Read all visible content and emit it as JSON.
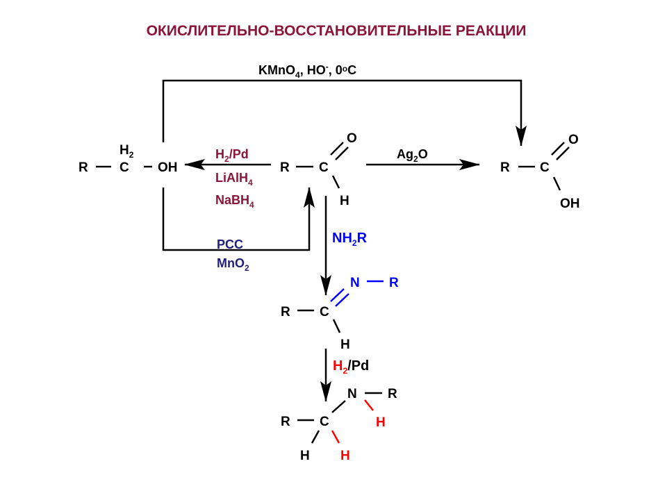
{
  "title": "ОКИСЛИТЕЛЬНО-ВОССТАНОВИТЕЛЬНЫЕ РЕАКЦИИ",
  "colors": {
    "title": "#8b1538",
    "reduction_reagents": "#8b1538",
    "oxidation_reagents": "#1f1f7a",
    "amine_reagent": "#0000ff",
    "hydrogen_added": "#ff0000",
    "black": "#000000"
  },
  "reagents": {
    "kmno4": {
      "main": "KMnO",
      "sub1": "4",
      "mid": ", HO",
      "sup": "-",
      "tail": ", 0",
      "deg": "o",
      "end": "C"
    },
    "h2pd": {
      "a": "H",
      "sub": "2",
      "b": "/Pd"
    },
    "lialh4": {
      "a": "LiAlH",
      "sub": "4"
    },
    "nabh4": {
      "a": "NaBH",
      "sub": "4"
    },
    "ag2o": {
      "a": "Ag",
      "sub": "2",
      "b": "O"
    },
    "pcc": "PCC",
    "mno2": {
      "a": "MnO",
      "sub": "2"
    },
    "nh2r": {
      "a": "NH",
      "sub": "2",
      "b": "R"
    },
    "h2pd_red": {
      "a": "H",
      "sub": "2",
      "b": "/Pd"
    }
  },
  "atoms": {
    "R": "R",
    "C": "C",
    "O": "O",
    "H": "H",
    "N": "N",
    "OH": "OH",
    "H2": "H",
    "H2_sub": "2"
  }
}
